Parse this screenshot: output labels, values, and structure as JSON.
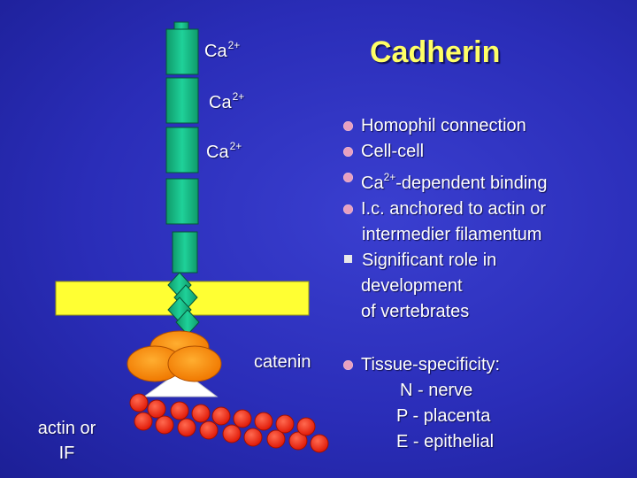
{
  "title": "Cadherin",
  "calcium": [
    {
      "base": "Ca",
      "charge": "2+"
    },
    {
      "base": "Ca",
      "charge": "2+"
    },
    {
      "base": "Ca",
      "charge": "2+"
    }
  ],
  "bullets": [
    {
      "text": "Homophil connection",
      "marker": "dot"
    },
    {
      "text": "Cell-cell",
      "marker": "dot"
    },
    {
      "text_pre": "Ca",
      "text_sup": "2+",
      "text_post": "-dependent binding",
      "marker": "dot"
    },
    {
      "text": "I.c. anchored to actin or",
      "cont": "intermedier filamentum",
      "marker": "dot"
    },
    {
      "text": "Significant role in",
      "cont": [
        "development",
        "of vertebrates"
      ],
      "marker": "square"
    }
  ],
  "tissue": {
    "heading": "Tissue-specificity:",
    "items": [
      "N - nerve",
      "P - placenta",
      "E - epithelial"
    ]
  },
  "labels": {
    "catenin": "catenin",
    "actin_line1": "actin or",
    "actin_line2": "IF"
  },
  "colors": {
    "background": "#2a2db8",
    "title": "#ffff66",
    "domain": "#1dbf8a",
    "membrane": "#ffff33",
    "catenin": "#ff8c00",
    "actin_bead": "#ff2a1a",
    "bullet_dot": "#e8a0c0"
  }
}
